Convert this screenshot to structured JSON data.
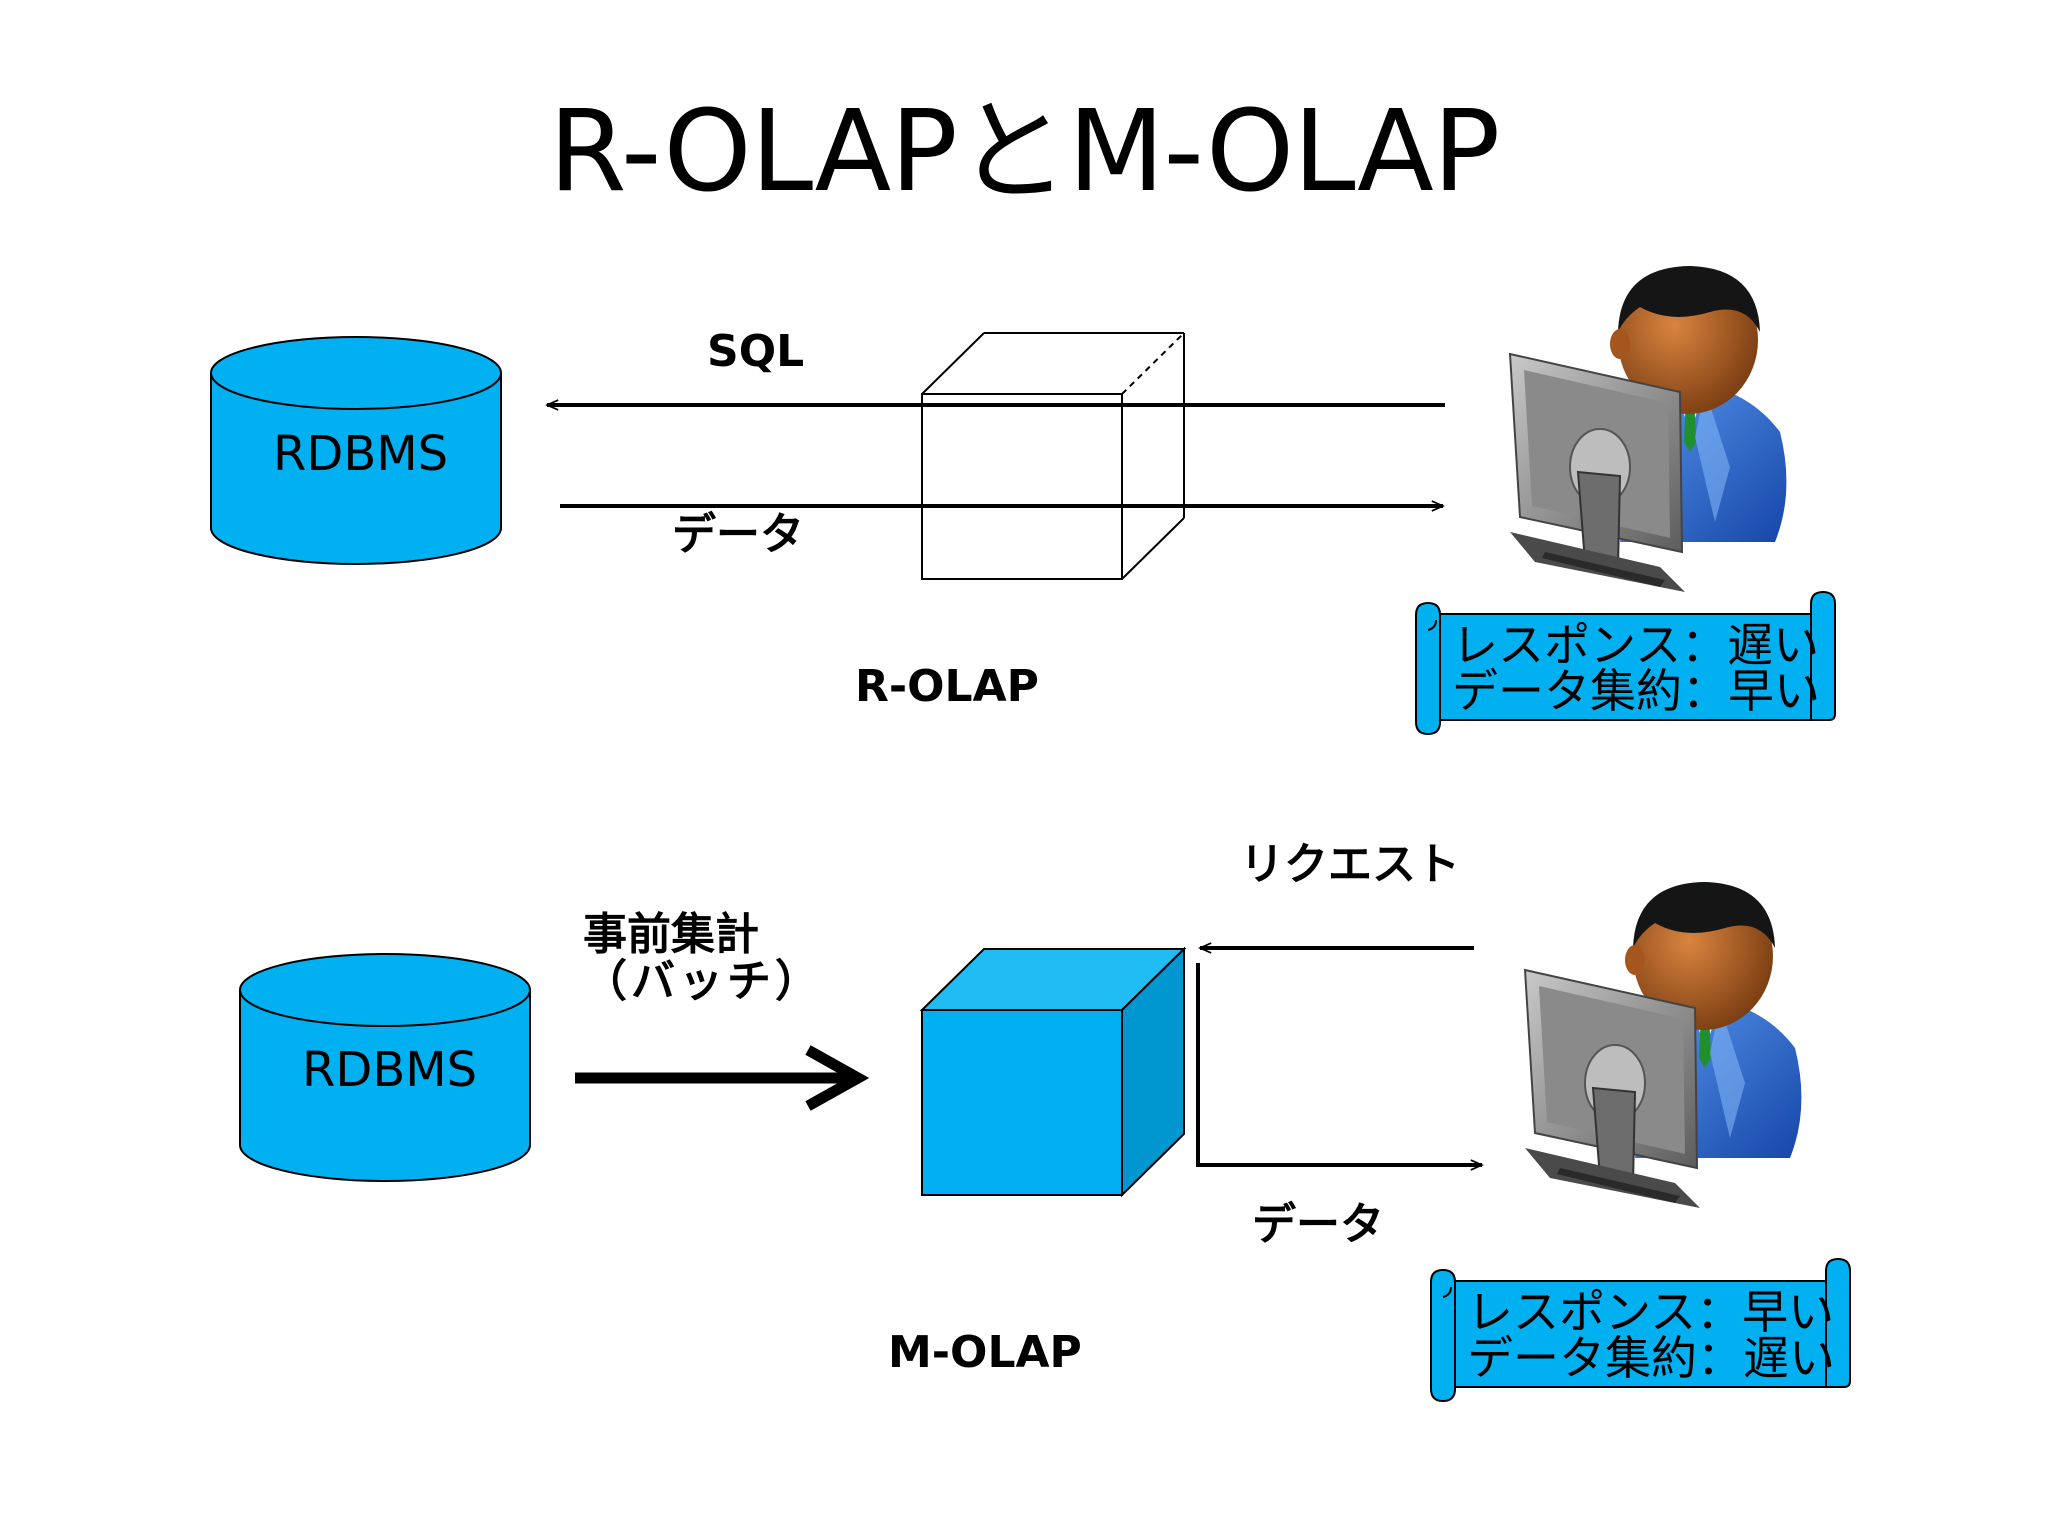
{
  "title": "R-OLAPとM-OLAP",
  "rolap": {
    "db_label": "RDBMS",
    "arrow_top_label": "SQL",
    "arrow_bottom_label": "データ",
    "section_label": "R-OLAP",
    "scroll": {
      "line1": "レスポンス：遅い",
      "line2": "データ集約：早い"
    }
  },
  "molap": {
    "db_label": "RDBMS",
    "batch_label_line1": "事前集計",
    "batch_label_line2": "（バッチ）",
    "request_label": "リクエスト",
    "data_label": "データ",
    "section_label": "M-OLAP",
    "scroll": {
      "line1": "レスポンス：早い",
      "line2": "データ集約：遅い"
    }
  },
  "colors": {
    "cylinder_fill": "#00b0f0",
    "cube_front": "#00b0f0",
    "cube_side": "#0096d0",
    "scroll_fill": "#00b0f0",
    "suit": "#2f6fd6",
    "skin": "#b3642a",
    "hair": "#1a1a1a",
    "monitor": "#7f7f7f"
  },
  "icons": [
    "database-cylinder-icon",
    "cube-icon",
    "user-at-computer-icon",
    "scroll-banner-icon"
  ]
}
